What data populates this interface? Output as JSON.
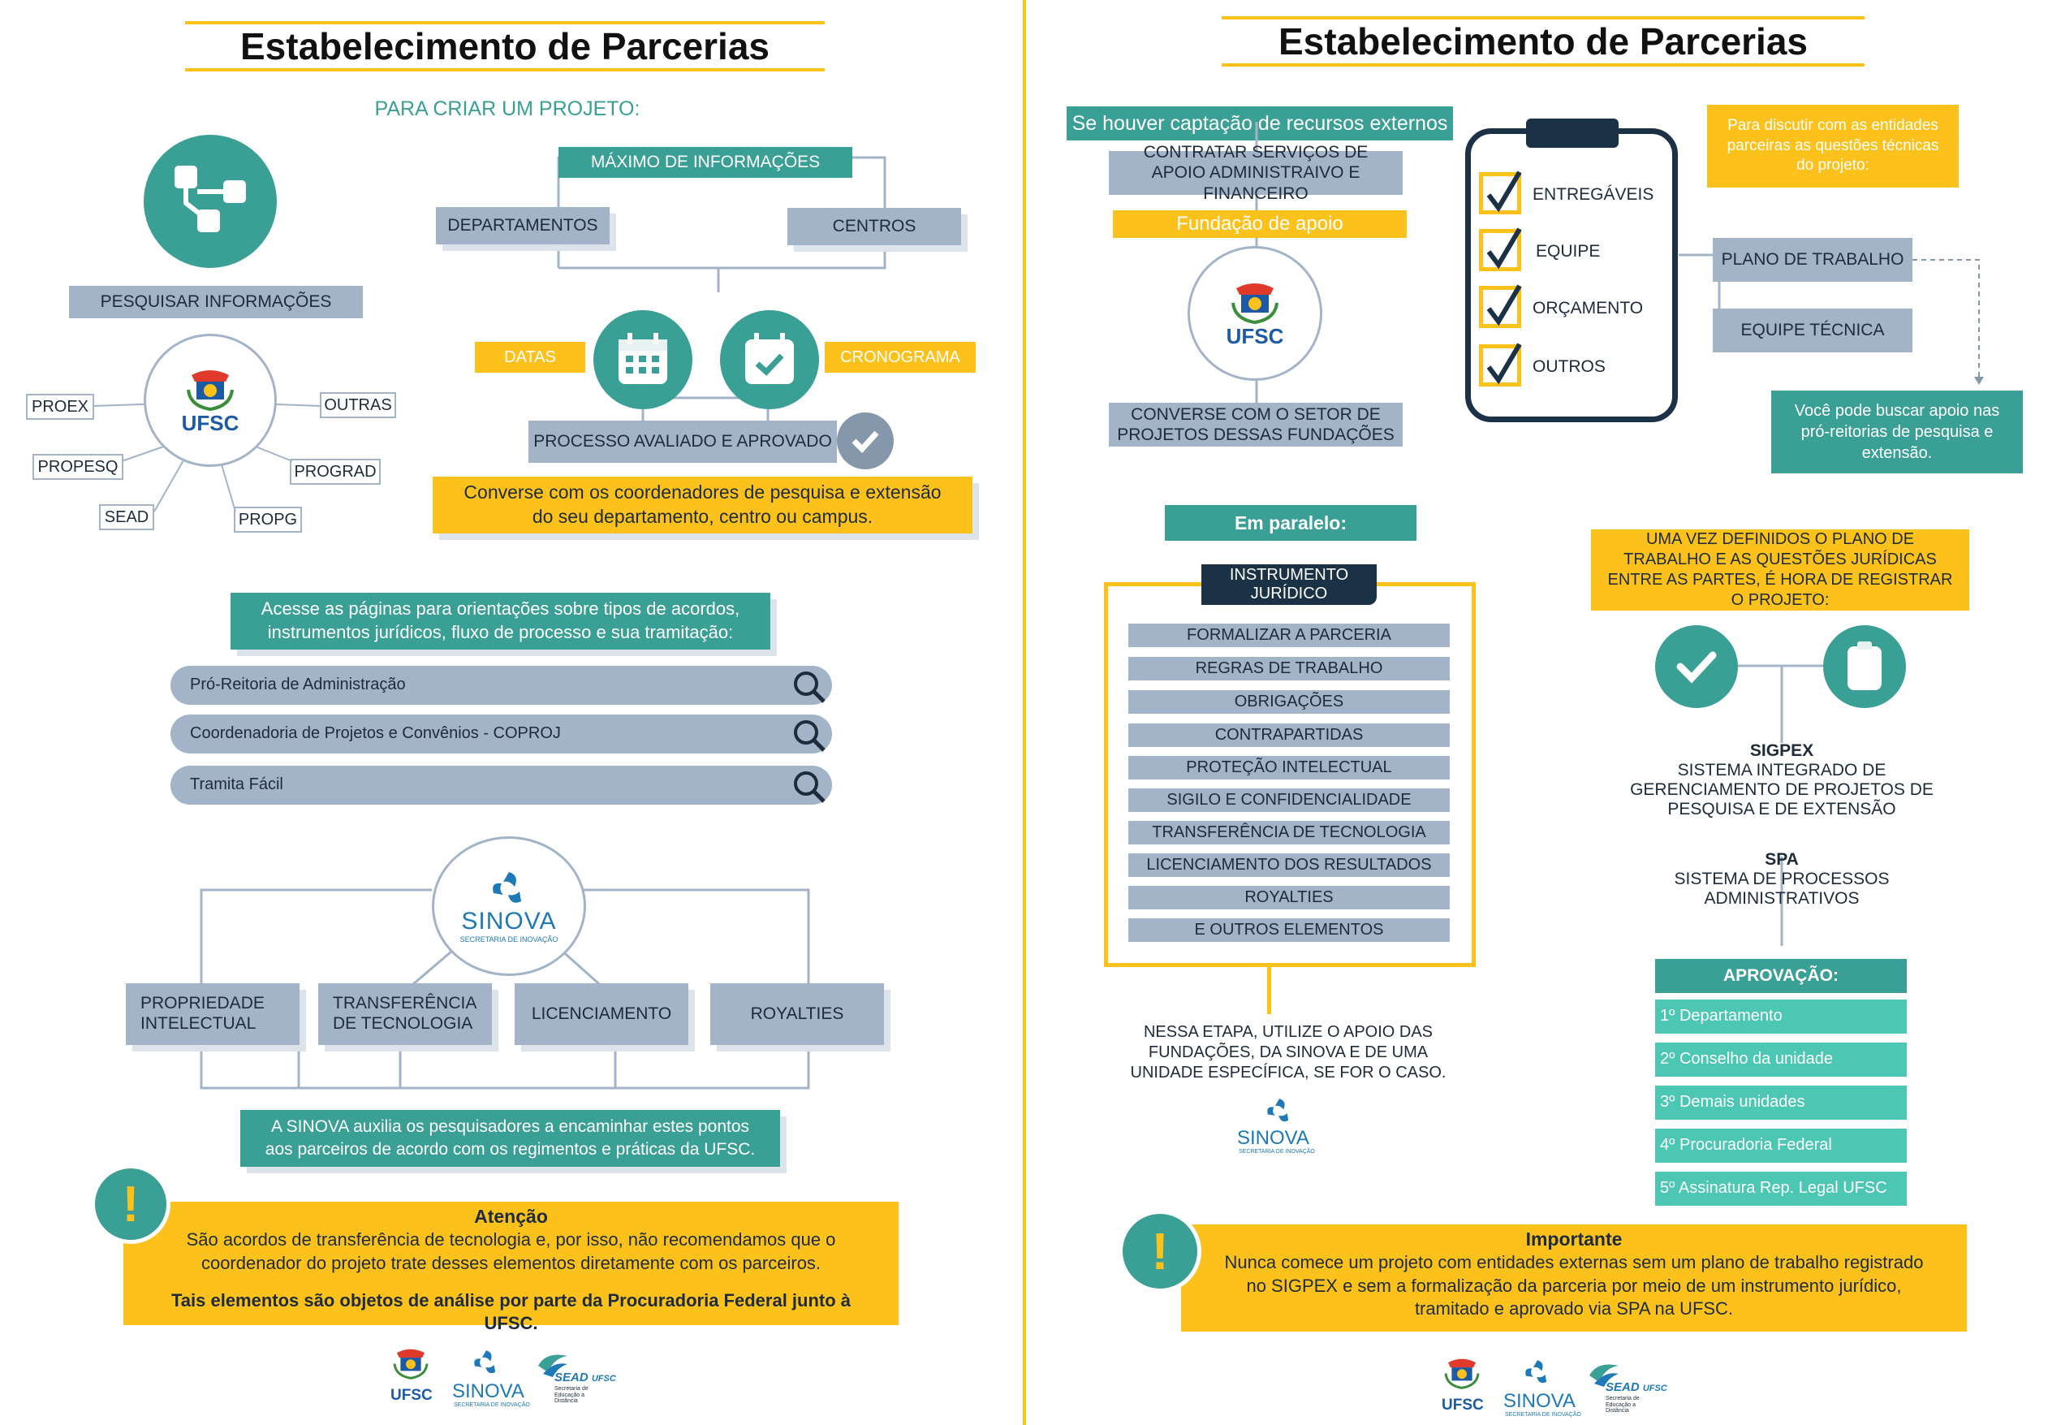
{
  "left": {
    "title": "Estabelecimento de Parcerias",
    "subtitle": "PARA CRIAR UM PROJETO:",
    "pesquisar": "PESQUISAR INFORMAÇÕES",
    "orgs": [
      "PROEX",
      "PROPESQ",
      "SEAD",
      "PROPG",
      "PROGRAD",
      "OUTRAS"
    ],
    "maximo": "MÁXIMO DE INFORMAÇÕES",
    "departamentos": "DEPARTAMENTOS",
    "centros": "CENTROS",
    "datas": "DATAS",
    "cronograma": "CRONOGRAMA",
    "processo": "PROCESSO AVALIADO E APROVADO",
    "converse": "Converse com os coordenadores de pesquisa e extensão do seu departamento, centro ou campus.",
    "acesse": "Acesse as páginas para orientações sobre tipos de acordos, instrumentos jurídicos, fluxo de processo e sua tramitação:",
    "search_bars": [
      "Pró-Reitoria de Administração",
      "Coordenadoria de Projetos e Convênios - COPROJ",
      "Tramita Fácil"
    ],
    "sinova_topics": [
      "PROPRIEDADE INTELECTUAL",
      "TRANSFERÊNCIA DE TECNOLOGIA",
      "LICENCIAMENTO",
      "ROYALTIES"
    ],
    "sinova_note": "A SINOVA auxilia os pesquisadores a encaminhar estes pontos aos parceiros de acordo com os regimentos e práticas da UFSC.",
    "attention_title": "Atenção",
    "attention_text": "São acordos de transferência de tecnologia e, por isso, não recomendamos que o coordenador do projeto trate desses elementos diretamente com os parceiros.",
    "attention_bold": "Tais elementos são objetos de análise por parte da Procuradoria Federal junto à UFSC."
  },
  "right": {
    "title": "Estabelecimento de Parcerias",
    "captacao": "Se houver captação de recursos externos",
    "contratar": "CONTRATAR SERVIÇOS DE APOIO ADMINISTRAIVO E FINANCEIRO",
    "fundacao": "Fundação de apoio",
    "converse_setor": "CONVERSE COM O SETOR DE PROJETOS DESSAS FUNDAÇÕES",
    "checklist": [
      "ENTREGÁVEIS",
      "EQUIPE",
      "ORÇAMENTO",
      "OUTROS"
    ],
    "discutir": "Para discutir com as entidades parceiras as questões técnicas do projeto:",
    "plano": "PLANO DE TRABALHO",
    "equipe_tecnica": "EQUIPE TÉCNICA",
    "apoio": "Você pode buscar apoio nas pró-reitorias de pesquisa e extensão.",
    "paralelo": "Em paralelo:",
    "instrumento": "INSTRUMENTO JURÍDICO",
    "instrumento_items": [
      "FORMALIZAR A PARCERIA",
      "REGRAS DE TRABALHO",
      "OBRIGAÇÕES",
      "CONTRAPARTIDAS",
      "PROTEÇÃO INTELECTUAL",
      "SIGILO E CONFIDENCIALIDADE",
      "TRANSFERÊNCIA DE TECNOLOGIA",
      "LICENCIAMENTO DOS RESULTADOS",
      "ROYALTIES",
      "E OUTROS ELEMENTOS"
    ],
    "etapa": "NESSA ETAPA, UTILIZE O APOIO DAS FUNDAÇÕES, DA SINOVA E DE UMA UNIDADE ESPECÍFICA, SE FOR O CASO.",
    "definidos": "UMA VEZ DEFINIDOS O PLANO DE TRABALHO E AS QUESTÕES JURÍDICAS ENTRE AS PARTES, É HORA DE REGISTRAR O PROJETO:",
    "sigpex_title": "SIGPEX",
    "sigpex_desc": "SISTEMA INTEGRADO DE GERENCIAMENTO DE PROJETOS DE PESQUISA E DE EXTENSÃO",
    "spa_title": "SPA",
    "spa_desc": "SISTEMA DE PROCESSOS ADMINISTRATIVOS",
    "aprovacao": "APROVAÇÃO:",
    "aprovacao_steps": [
      "1º Departamento",
      "2º Conselho da unidade",
      "3º Demais unidades",
      "4º Procuradoria Federal",
      "5º Assinatura Rep. Legal UFSC"
    ],
    "importante_title": "Importante",
    "importante_text": "Nunca comece um projeto com entidades externas sem um plano de trabalho registrado no SIGPEX e sem a formalização da parceria por meio de um instrumento jurídico, tramitado e aprovado via SPA na UFSC."
  },
  "logos": {
    "ufsc": "UFSC",
    "sinova": "SINOVA",
    "sinova_sub": "SECRETARIA DE INOVAÇÃO",
    "sead": "SEAD",
    "sead_ufsc": "UFSC",
    "sead_sub": "Secretaria de Educação a Distância"
  },
  "colors": {
    "teal": "#3a9f94",
    "yellow": "#fcc21b",
    "grey": "#a3b4c8",
    "navy": "#1b3146",
    "mint": "#4cc7b3"
  }
}
